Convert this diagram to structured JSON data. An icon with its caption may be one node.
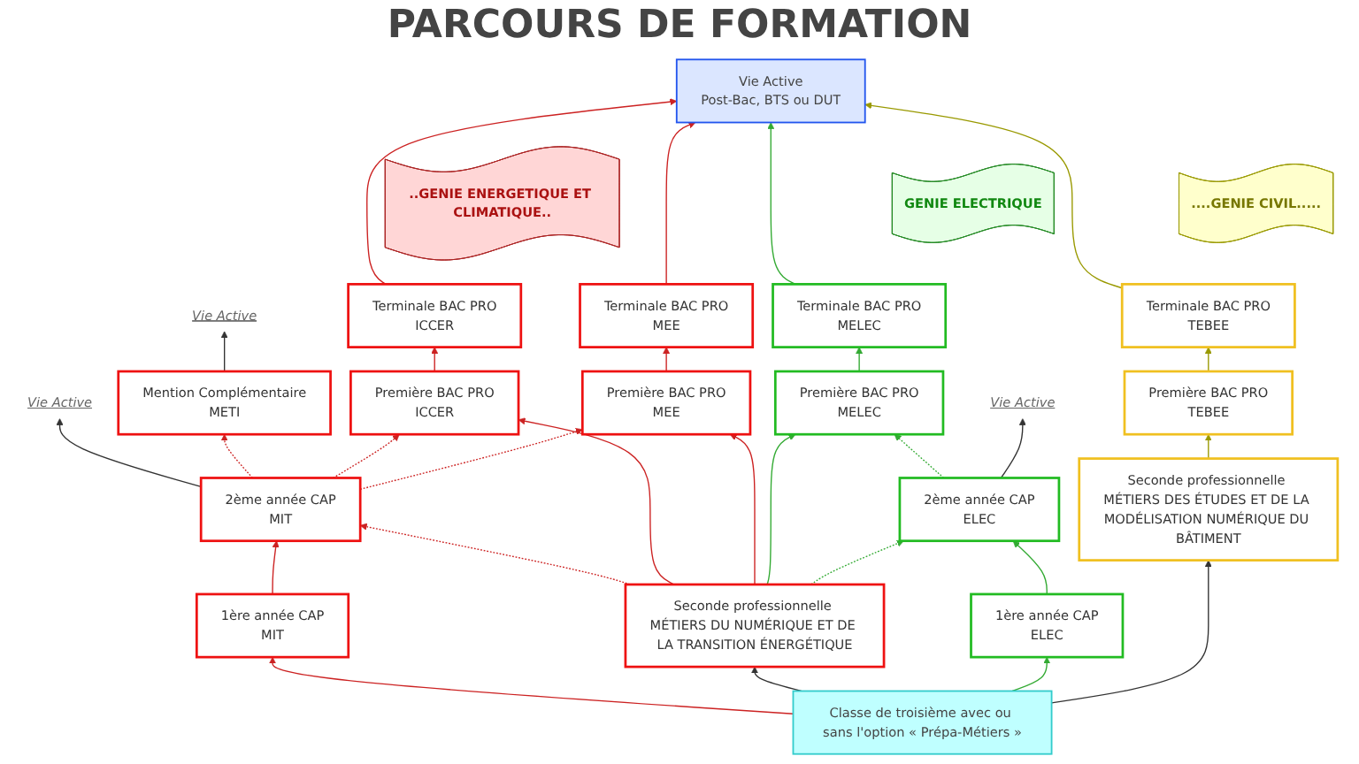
{
  "diagram": {
    "title": "PARCOURS DE FORMATION",
    "nodes": [
      {
        "text": [
          "Vie Active",
          "Post-Bac, BTS ou DUT"
        ]
      },
      {
        "text": [
          "..GENIE ENERGETIQUE ET CLIMATIQUE.."
        ]
      },
      {
        "text": [
          "GENIE ELECTRIQUE"
        ]
      },
      {
        "text": [
          "....GENIE CIVIL....."
        ]
      },
      {
        "text": [
          "Vie Active"
        ]
      },
      {
        "text": [
          "Mention Complémentaire",
          "METI"
        ]
      },
      {
        "text": [
          "Terminale BAC PRO",
          "ICCER"
        ]
      },
      {
        "text": [
          "Terminale BAC PRO",
          "MEE"
        ]
      },
      {
        "text": [
          "Terminale BAC PRO",
          "MELEC"
        ]
      },
      {
        "text": [
          "Terminale BAC PRO",
          "TEBEE"
        ]
      },
      {
        "text": [
          "Vie Active"
        ]
      },
      {
        "text": [
          "Vie Active"
        ]
      },
      {
        "text": [
          "2ème année CAP",
          "MIT"
        ]
      },
      {
        "text": [
          "Première BAC PRO",
          "ICCER"
        ]
      },
      {
        "text": [
          "Première BAC PRO",
          "MEE"
        ]
      },
      {
        "text": [
          "Première BAC PRO",
          "MELEC"
        ]
      },
      {
        "text": [
          "2ème année CAP",
          "ELEC"
        ]
      },
      {
        "text": [
          "Première BAC PRO",
          "TEBEE"
        ]
      },
      {
        "text": [
          "1ère année CAP",
          "MIT"
        ]
      },
      {
        "text": [
          "Seconde professionnelle MÉTIERS DU NUMÉRIQUE ET DE LA TRANSITION ÉNERGÉTIQUE"
        ]
      },
      {
        "text": [
          "1ère année CAP",
          "ELEC"
        ]
      },
      {
        "text": [
          "Seconde professionnelle MÉTIERS DES ÉTUDES ET DE LA MODÉLISATION NUMÉRIQUE DU BÂTIMENT"
        ]
      },
      {
        "text": [
          "Classe de troisième avec ou sans l'option « Prépa-Métiers »"
        ]
      }
    ],
    "edges": [
      {
        "from": 22,
        "to": 18,
        "arrow": "to"
      },
      {
        "from": 22,
        "to": 19,
        "arrow": "to",
        "color": "#333333"
      },
      {
        "from": 22,
        "to": 20,
        "arrow": "to",
        "color": "#33aa33"
      },
      {
        "from": 22,
        "to": 21,
        "arrow": "to",
        "color": "#333333"
      },
      {
        "from": 18,
        "to": 12,
        "arrow": "to"
      },
      {
        "from": 12,
        "to": 10,
        "arrow": "to",
        "color": "#333333"
      },
      {
        "from": 12,
        "to": 5,
        "arrow": "to",
        "style": "dashed"
      },
      {
        "from": 5,
        "to": 4,
        "arrow": "to",
        "color": "#333333"
      },
      {
        "from": 12,
        "to": 13,
        "arrow": "to",
        "style": "dashed"
      },
      {
        "from": 12,
        "to": 14,
        "arrow": "to",
        "style": "dashed"
      },
      {
        "from": 19,
        "to": 12,
        "arrow": "to",
        "style": "dashed"
      },
      {
        "from": 19,
        "to": 13,
        "arrow": "to"
      },
      {
        "from": 19,
        "to": 14,
        "arrow": "to"
      },
      {
        "from": 19,
        "to": 15,
        "arrow": "to",
        "color": "#33aa33"
      },
      {
        "from": 19,
        "to": 16,
        "arrow": "to",
        "style": "dashed",
        "color": "#33aa33"
      },
      {
        "from": 16,
        "to": 15,
        "arrow": "to",
        "style": "dashed",
        "color": "#33aa33"
      },
      {
        "from": 20,
        "to": 16,
        "arrow": "to",
        "color": "#33aa33"
      },
      {
        "from": 16,
        "to": 11,
        "arrow": "to",
        "color": "#333333"
      },
      {
        "from": 13,
        "to": 6,
        "arrow": "to"
      },
      {
        "from": 14,
        "to": 7,
        "arrow": "to"
      },
      {
        "from": 15,
        "to": 8,
        "arrow": "to",
        "color": "#33aa33"
      },
      {
        "from": 21,
        "to": 17,
        "arrow": "to",
        "color": "#999900"
      },
      {
        "from": 17,
        "to": 9,
        "arrow": "to",
        "color": "#999900"
      },
      {
        "from": 6,
        "to": 0,
        "arrow": "to"
      },
      {
        "from": 7,
        "to": 0,
        "arrow": "to"
      },
      {
        "from": 8,
        "to": 0,
        "arrow": "to",
        "color": "#33aa33"
      },
      {
        "from": 9,
        "to": 0,
        "arrow": "to",
        "color": "#999900"
      }
    ]
  }
}
